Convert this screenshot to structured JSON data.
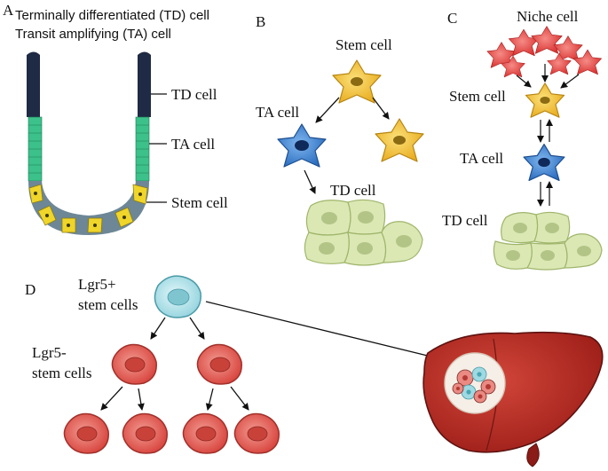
{
  "panel_a": {
    "letter": "A",
    "header_line1": "Terminally differentiated  (TD)  cell",
    "header_line2": "Transit amplifying  (TA)  cell",
    "labels": {
      "td": "TD cell",
      "ta": "TA cell",
      "stem": "Stem cell"
    }
  },
  "panel_b": {
    "letter": "B",
    "stem_label": "Stem cell",
    "ta_label": "TA cell",
    "td_label": "TD cell"
  },
  "panel_c": {
    "letter": "C",
    "niche_label": "Niche cell",
    "stem_label": "Stem cell",
    "ta_label": "TA cell",
    "td_label": "TD cell"
  },
  "panel_d": {
    "letter": "D",
    "lgr5_pos_line1": "Lgr5+",
    "lgr5_pos_line2": "stem cells",
    "lgr5_neg_line1": "Lgr5-",
    "lgr5_neg_line2": "stem cells"
  },
  "colors": {
    "stem": "#f0c23a",
    "ta": "#3f86d6",
    "td": "#dbe8b4",
    "niche": "#e8484a",
    "lgr5_pos": "#b5e4ea",
    "lgr5_neg": "#e25b55",
    "liver": "#b7281f",
    "crypt_dark": "#1f2a44",
    "crypt_green": "#3cc18a",
    "crypt_grey": "#6d8796"
  }
}
